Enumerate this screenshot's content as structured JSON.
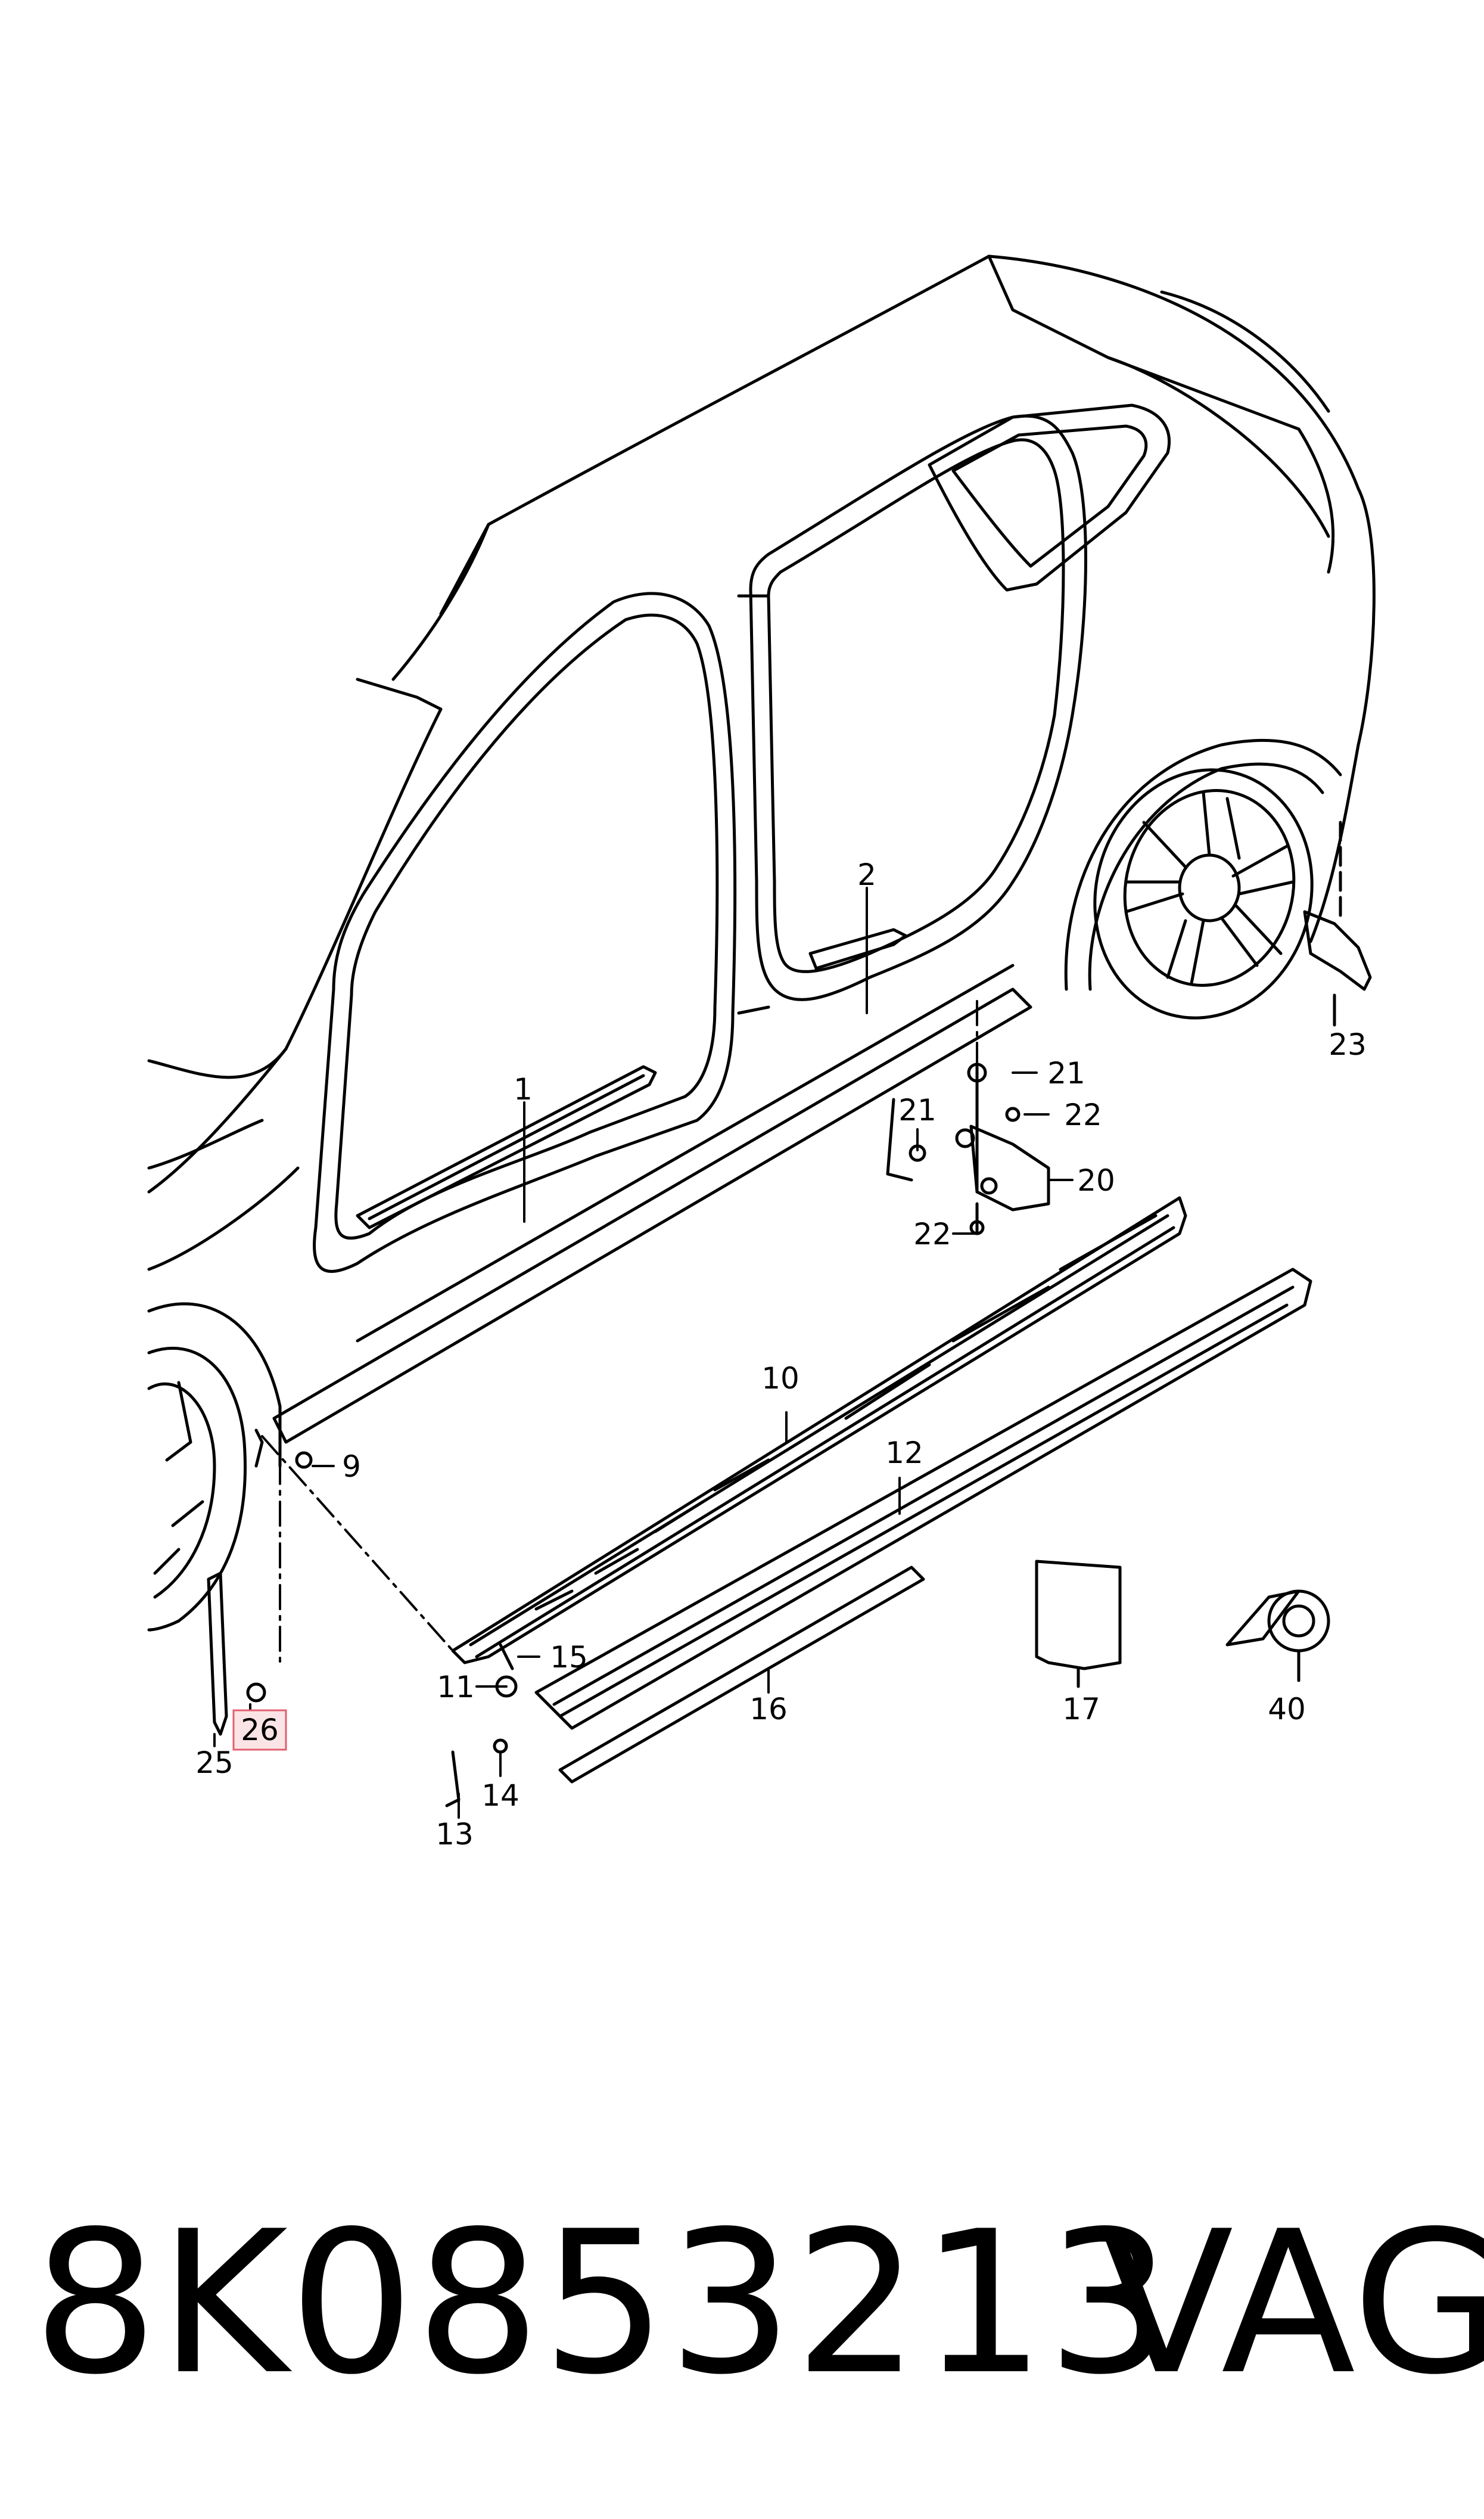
{
  "diagram": {
    "callouts": {
      "c1": "1",
      "c2": "2",
      "c9": "9",
      "c10": "10",
      "c11": "11",
      "c12": "12",
      "c13": "13",
      "c14": "14",
      "c15": "15",
      "c16": "16",
      "c17": "17",
      "c20": "20",
      "c21a": "21",
      "c21b": "21",
      "c22a": "22",
      "c22b": "22",
      "c23": "23",
      "c25": "25",
      "c26": "26",
      "c40": "40"
    },
    "highlight_color": "#e06070",
    "highlight_fill": "#fbe4e6"
  },
  "footer": {
    "part_number": "8K0853213",
    "brand": "VAG"
  }
}
